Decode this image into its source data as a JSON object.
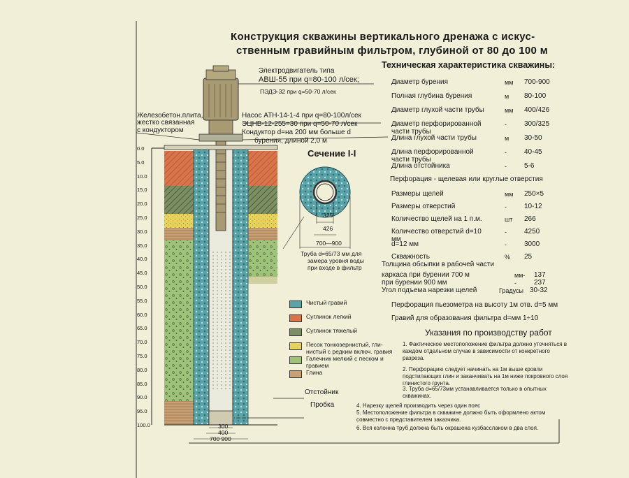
{
  "title_line1": "Конструкция скважины вертикального дренажа с искус-",
  "title_line2": "ственным гравийным фильтром, глубиной от 80 до 100 м",
  "spec_header": "Техническая характеристика скважины:",
  "specs": [
    {
      "name": "Диаметр бурения",
      "unit": "мм",
      "value": "700-900"
    },
    {
      "name": "Полная глубина бурения",
      "unit": "м",
      "value": "80-100"
    },
    {
      "name": "Диаметр глухой части трубы",
      "unit": "мм",
      "value": "400/426"
    },
    {
      "name": "Диаметр перфорированной части трубы",
      "unit": "-",
      "value": "300/325"
    },
    {
      "name": "Длина глухой части трубы",
      "unit": "м",
      "value": "30-50"
    },
    {
      "name": "Длина перфорированной части трубы",
      "unit": "-",
      "value": "40-45"
    },
    {
      "name": "Длина отстойника",
      "unit": "-",
      "value": "5-6"
    }
  ],
  "perf_type": "Перфорация - щелевая или круглые отверстия",
  "specs2": [
    {
      "name": "Размеры щелей",
      "unit": "мм",
      "value": "250×5"
    },
    {
      "name": "Размеры отверстий",
      "unit": "-",
      "value": "10-12"
    },
    {
      "name": "Количество щелей на 1 п.м.",
      "unit": "шт",
      "value": "266"
    },
    {
      "name": "Количество отверстий d=10 мм",
      "unit": "-",
      "value": "4250"
    },
    {
      "name": "d=12 мм",
      "unit": "-",
      "value": "3000"
    },
    {
      "name": "Скважность",
      "unit": "%",
      "value": "25"
    }
  ],
  "thickness_title": "Толщина обсыпки в рабочей части",
  "thickness_rows": [
    {
      "name": "каркаса при бурении 700 м",
      "unit": "мм-",
      "value": "137"
    },
    {
      "name": "при бурении 900 мм",
      "unit": "-",
      "value": "237"
    }
  ],
  "slot_angle": {
    "name": "Угол подъема нарезки щелей",
    "unit": "Градусы",
    "value": "30-32"
  },
  "piezo": "Перфорация пьезометра на высоту 1м отв. d=5 мм",
  "gravel": "Гравий для образования фильтра d=мм 1÷10",
  "instr_header": "Указания по производству работ",
  "instructions": [
    "1. Фактическое местоположение фильтра должно уточняться в каждом отдельном случае в зависимости от конкретного разреза.",
    "2. Перфорацию следует начинать на 1м выше кровли подстилающих глин и заканчивать на 1м ниже покровного слоя глинистого грунта.",
    "3. Труба d=65/73мм устанавливается только в опытных скважинах.",
    "4. Нарезку щелей производить через один пояс",
    "5. Местоположение фильтра в скважине должно быть оформлено актом совместно с представителем заказчика.",
    "6. Вся колонна труб должна быть окрашена кузбасслаком в два слоя."
  ],
  "motor_label1": "Электродвигатель типа",
  "motor_label2": "АВШ-55 при q=80-100 л/сек;",
  "motor_label3": "ПЭДЭ-32 при q=50-70 л/сек",
  "slab_label1": "Железобетон.плита,",
  "slab_label2": "жестко связанная",
  "slab_label3": "с кондуктором",
  "pump_label1": "Насос АТН-14-1-4 при q=80-100л/сек",
  "pump_label2": "ЭЦНВ-12-255=30 при q=50-70 л/сек",
  "pump_label3": "Кондуктор d=на 200 мм больше d",
  "pump_label4": "бурения, длиной 2,0 м",
  "section_title": "Сечение I-I",
  "section_dims": [
    "325",
    "426",
    "700—900"
  ],
  "pipe_label1": "Труба d=65/73 мм для",
  "pipe_label2": "замера уровня воды",
  "pipe_label3": "при входе в фильтр",
  "sump_label": "Отстойник",
  "plug_label": "Пробка",
  "bottom_dims": [
    "300",
    "400",
    "700 900"
  ],
  "depth_ticks": [
    "0.0",
    "5.0",
    "10.0",
    "15.0",
    "20.0",
    "25.0",
    "30.0",
    "35.0",
    "40.0",
    "45.0",
    "50.0",
    "55.0",
    "60.0",
    "65.0",
    "70.0",
    "75.0",
    "80.0",
    "85.0",
    "90.0",
    "95.0",
    "100.0"
  ],
  "legend": [
    {
      "label": "Чистый гравий",
      "color": "#5aa3a8"
    },
    {
      "label": "Суглинок легкий",
      "color": "#d9744a"
    },
    {
      "label": "Суглинок тяжелый",
      "color": "#7c8f63"
    },
    {
      "label": "Песок тонкозернистый, гли-нистый с редким включ. гравия",
      "color": "#e8d35a"
    },
    {
      "label": "Галечник мелкий с песком и гравием",
      "color": "#9fc27a"
    },
    {
      "label": "Глина",
      "color": "#c9a074"
    }
  ],
  "colors": {
    "gravel": "#5aa3a8",
    "light_loam": "#d9744a",
    "heavy_loam": "#7c8f63",
    "sand": "#e8d35a",
    "pebble": "#9fc27a",
    "clay": "#c9a074",
    "motor": "#a89a72"
  }
}
